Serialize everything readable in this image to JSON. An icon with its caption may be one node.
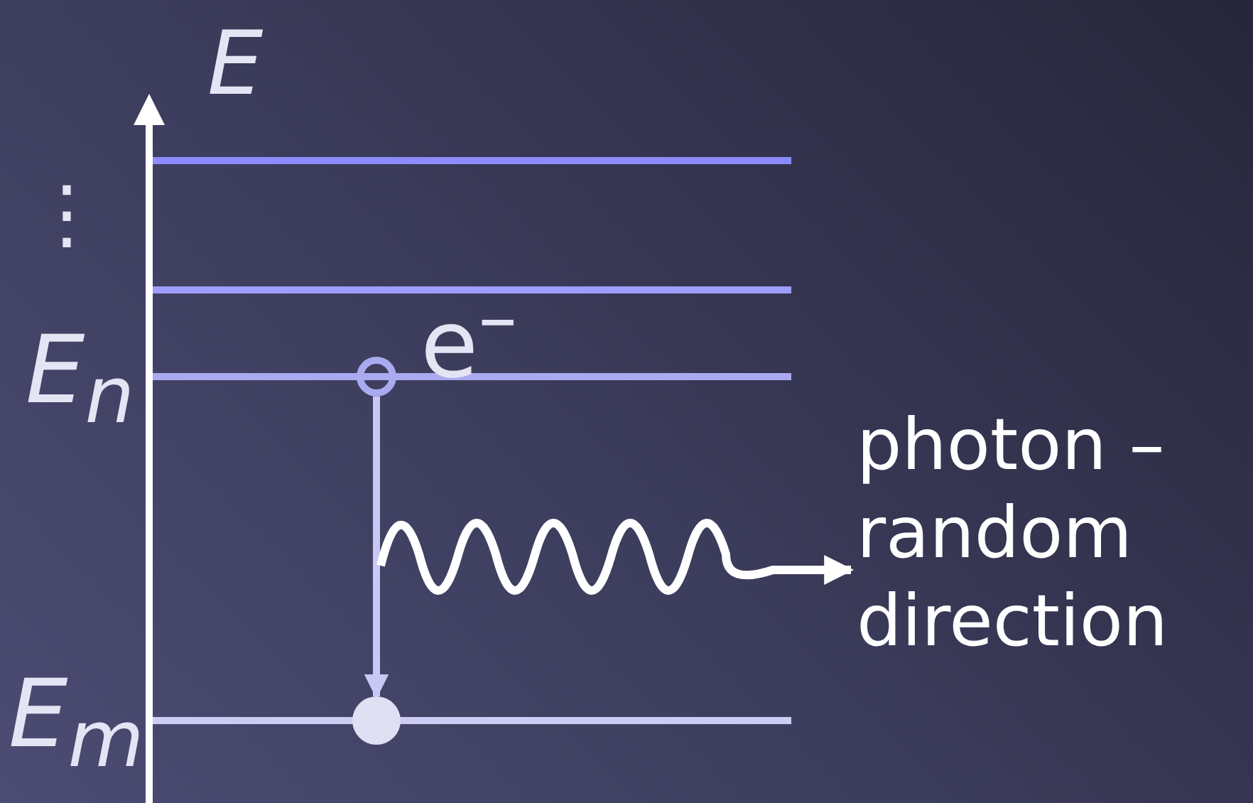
{
  "diagram": {
    "nodes": [
      {
        "text": [],
        "shape": "circle"
      },
      {
        "text": [],
        "shape": "circle"
      },
      {
        "text": [
          "photon – random direction"
        ]
      }
    ],
    "edges": [
      {
        "from": 0,
        "to": 1,
        "arrow": "to"
      },
      {
        "from": null,
        "to": 2,
        "arrow": "to",
        "color": "#ffffff"
      }
    ],
    "labels": [
      "E",
      "⋮",
      "e$^{–}$",
      "E$_{n}$",
      "E$_{m}$"
    ]
  }
}
